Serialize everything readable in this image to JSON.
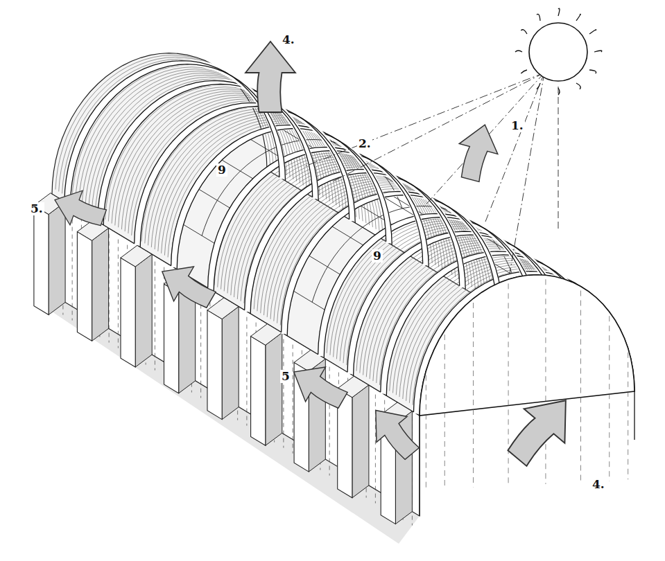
{
  "diagram": {
    "labels": [
      "4.",
      "2.",
      "1.",
      "5.",
      "9",
      "9",
      "5",
      "4."
    ]
  }
}
